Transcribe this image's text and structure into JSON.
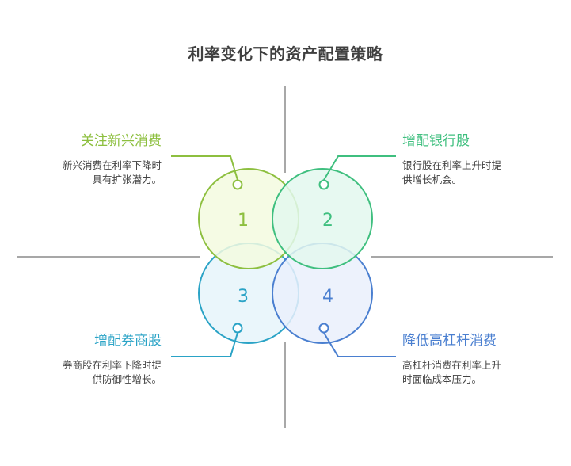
{
  "title": "利率变化下的资产配置策略",
  "colors": {
    "q1": "#8dbf3f",
    "q1_fill": "#f3fadf",
    "q2": "#3fbf7f",
    "q2_fill": "#e3f8ee",
    "q3": "#2aa3c6",
    "q3_fill": "#e6f5fa",
    "q4": "#4a7fd0",
    "q4_fill": "#eaf0fb",
    "axis": "#8a8a8a"
  },
  "quadrants": [
    {
      "number": "1",
      "heading": "关注新兴消费",
      "description_lines": [
        "新兴消费在利率下降时",
        "具有扩张潜力。"
      ]
    },
    {
      "number": "2",
      "heading": "增配银行股",
      "description_lines": [
        "银行股在利率上升时提",
        "供增长机会。"
      ]
    },
    {
      "number": "3",
      "heading": "增配券商股",
      "description_lines": [
        "券商股在利率下降时提",
        "供防御性增长。"
      ]
    },
    {
      "number": "4",
      "heading": "降低高杠杆消费",
      "description_lines": [
        "高杠杆消费在利率上升",
        "时面临成本压力。"
      ]
    }
  ]
}
